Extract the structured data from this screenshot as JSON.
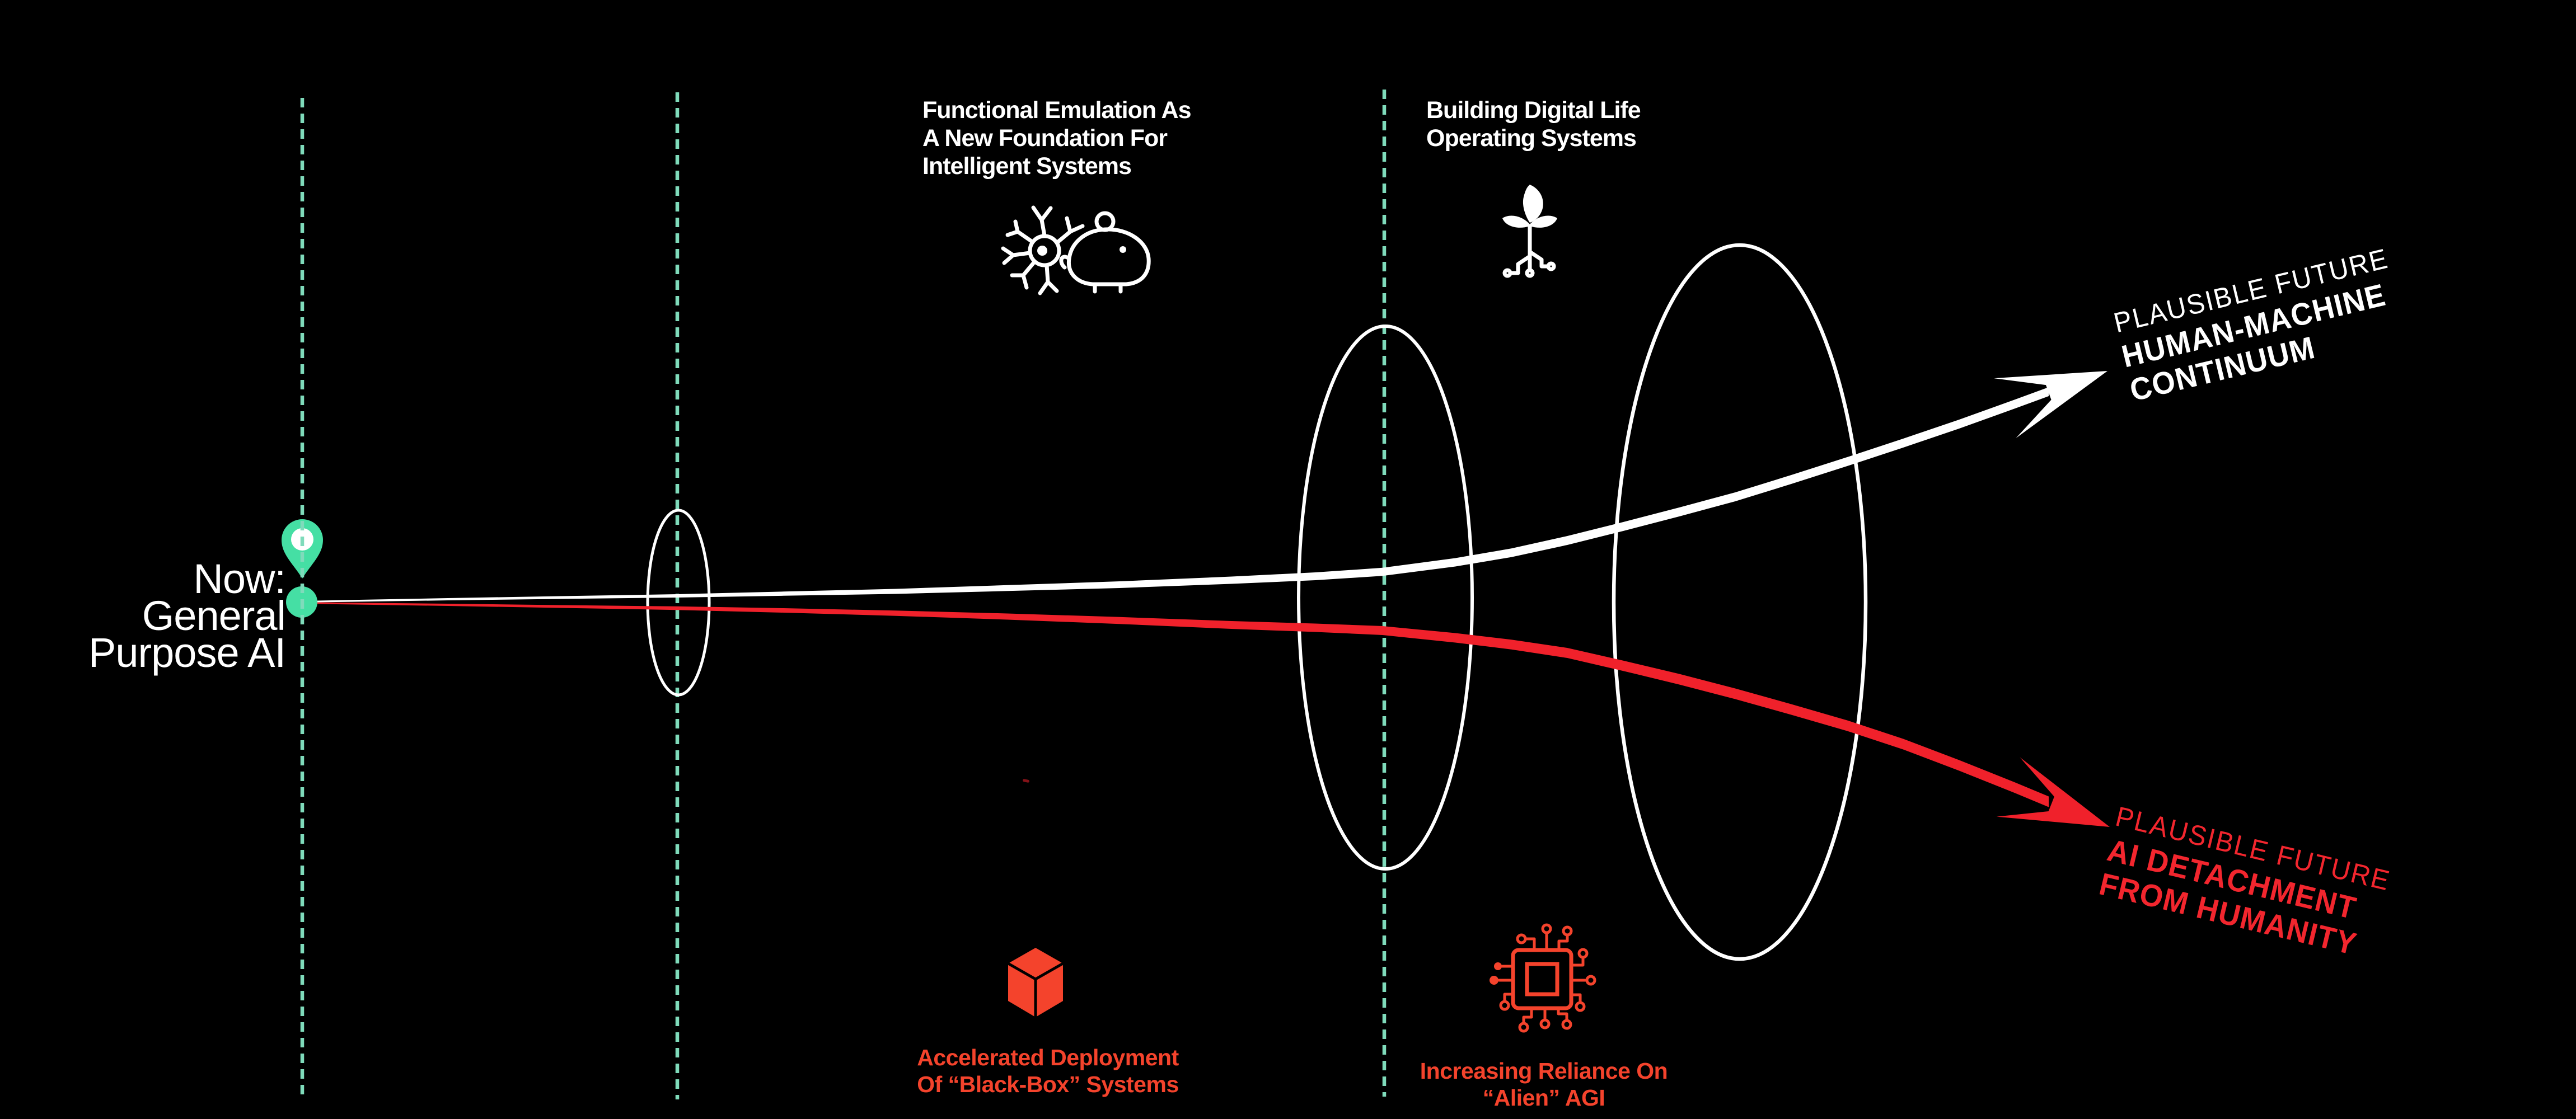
{
  "colors": {
    "background": "#000000",
    "white": "#ffffff",
    "pin_green": "#45DFA4",
    "dash_green": "#7FDBBB",
    "curve_red": "#F0212B",
    "label_red": "#F2262E",
    "bottom_red": "#F4432C"
  },
  "now_marker": {
    "line1": "Now:",
    "line2": "General",
    "line3": "Purpose AI"
  },
  "milestones": [
    {
      "icon": "neuron-mouse-icon",
      "title_lines": [
        "Functional Emulation As",
        "A New Foundation For",
        "Intelligent Systems"
      ]
    },
    {
      "icon": "plant-circuit-icon",
      "title_lines": [
        "Building Digital Life",
        "Operating Systems"
      ]
    }
  ],
  "drivers": [
    {
      "icon": "black-box-cube-icon",
      "title_lines": [
        "Accelerated Deployment",
        "Of “Black-Box” Systems"
      ]
    },
    {
      "icon": "alien-agi-chip-icon",
      "title_lines": [
        "Increasing Reliance On",
        "“Alien” AGI"
      ]
    }
  ],
  "futures": {
    "positive": {
      "eyebrow": "PLAUSIBLE FUTURE",
      "line1": "HUMAN-MACHINE",
      "line2": "CONTINUUM"
    },
    "negative": {
      "eyebrow": "PLAUSIBLE FUTURE",
      "line1": "AI DETACHMENT",
      "line2": "FROM HUMANITY"
    }
  }
}
